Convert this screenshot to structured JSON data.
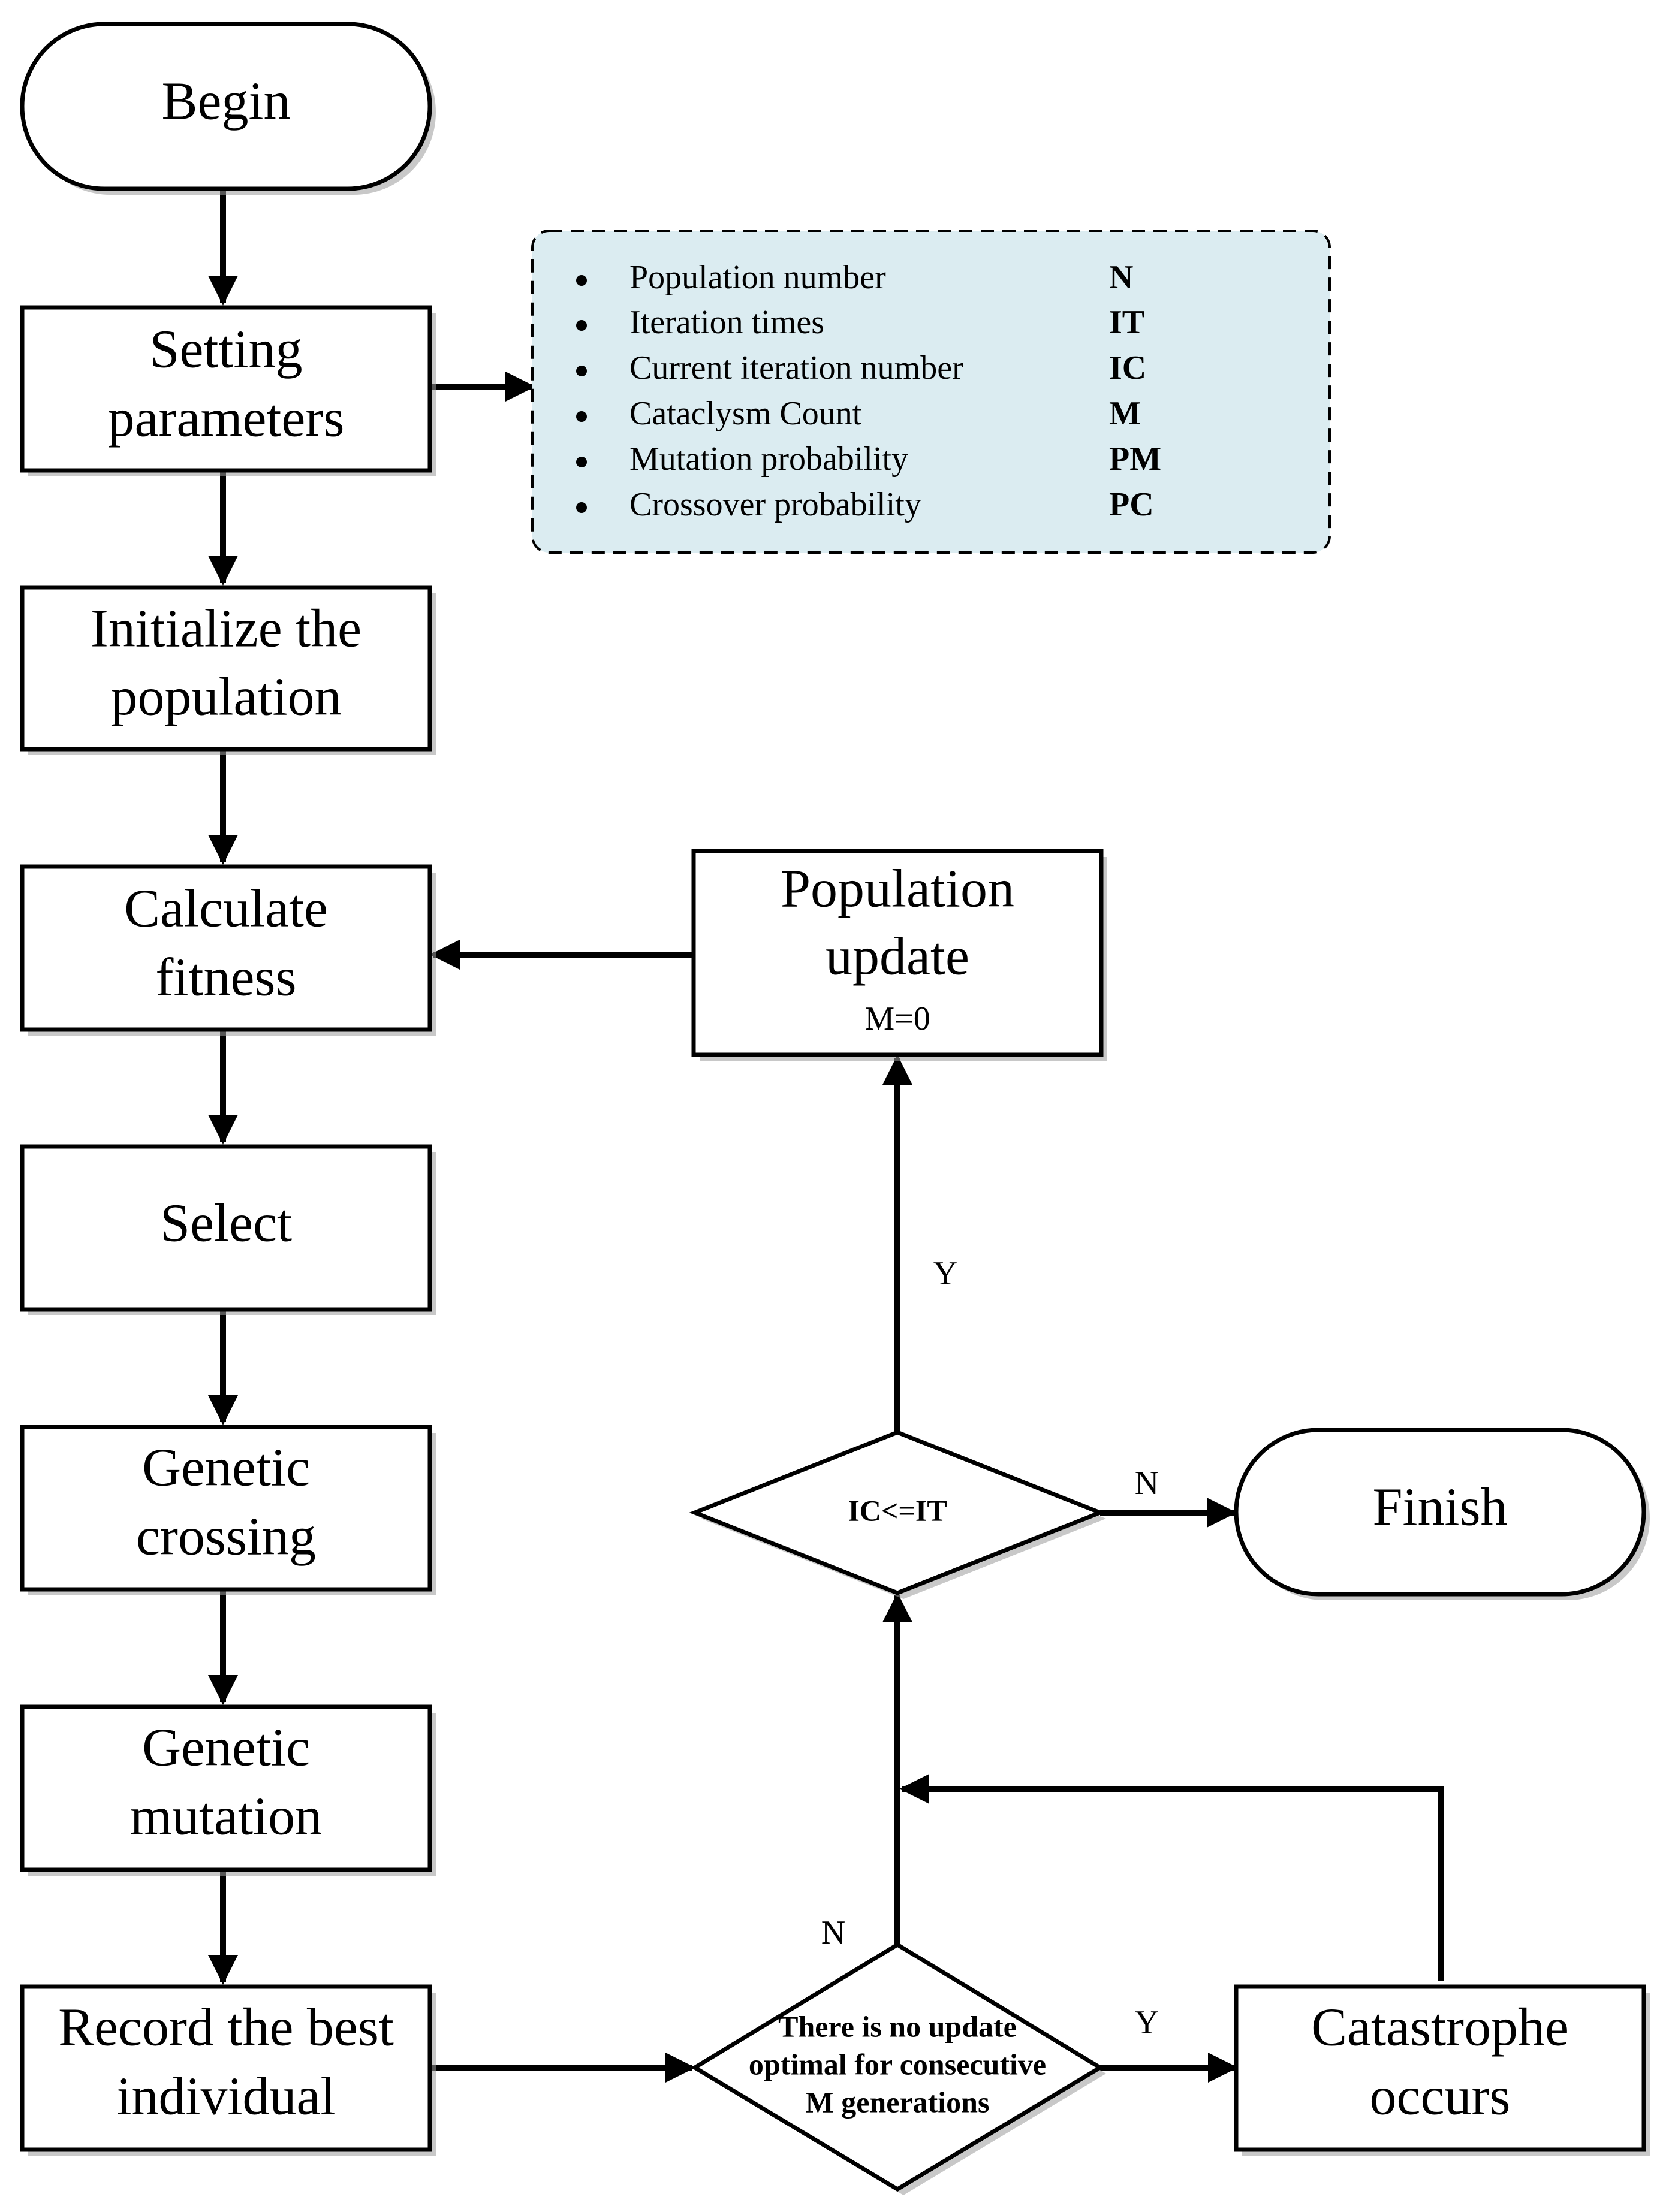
{
  "nodes": {
    "begin": "Begin",
    "setting": [
      "Setting",
      "parameters"
    ],
    "init": [
      "Initialize the",
      "population"
    ],
    "fitness": [
      "Calculate",
      "fitness"
    ],
    "select": "Select",
    "crossing": [
      "Genetic",
      "crossing"
    ],
    "mutation": [
      "Genetic",
      "mutation"
    ],
    "record": [
      "Record the best",
      "individual"
    ],
    "update": [
      "Population",
      "update"
    ],
    "update_note": "M=0",
    "ic_decision": "IC<=IT",
    "finish": "Finish",
    "no_update_decision": [
      "There is no update",
      "optimal for consecutive",
      "M generations"
    ],
    "catastrophe": [
      "Catastrophe",
      "occurs"
    ]
  },
  "parameters": [
    {
      "name": "Population number",
      "symbol": "N"
    },
    {
      "name": "Iteration times",
      "symbol": "IT"
    },
    {
      "name": "Current iteration number",
      "symbol": "IC"
    },
    {
      "name": "Cataclysm Count",
      "symbol": "M"
    },
    {
      "name": "Mutation probability",
      "symbol": "PM"
    },
    {
      "name": "Crossover probability",
      "symbol": "PC"
    }
  ],
  "edge_labels": {
    "ic_yes": "Y",
    "ic_no": "N",
    "no_update_yes": "Y",
    "no_update_no": "N"
  },
  "colors": {
    "param_box_fill": "#dbecf1",
    "stroke": "#000000"
  }
}
